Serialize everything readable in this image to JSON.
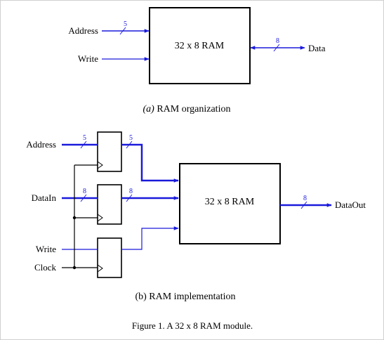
{
  "colors": {
    "wire": "#1a1adc",
    "ink": "#000000",
    "background": "#ffffff"
  },
  "diagram_a": {
    "ram_label": "32 x 8 RAM",
    "address_label": "Address",
    "address_width": "5",
    "write_label": "Write",
    "data_label": "Data",
    "data_width": "8",
    "caption_prefix": "(a)",
    "caption_text": " RAM organization"
  },
  "diagram_b": {
    "ram_label": "32 x 8 RAM",
    "address_label": "Address",
    "address_width_in": "5",
    "address_width_out": "5",
    "datain_label": "DataIn",
    "datain_width_in": "8",
    "datain_width_out": "8",
    "write_label": "Write",
    "clock_label": "Clock",
    "dataout_label": "DataOut",
    "dataout_width": "8",
    "caption": "(b) RAM implementation"
  },
  "figure_caption": "Figure 1. A 32 x 8 RAM module."
}
